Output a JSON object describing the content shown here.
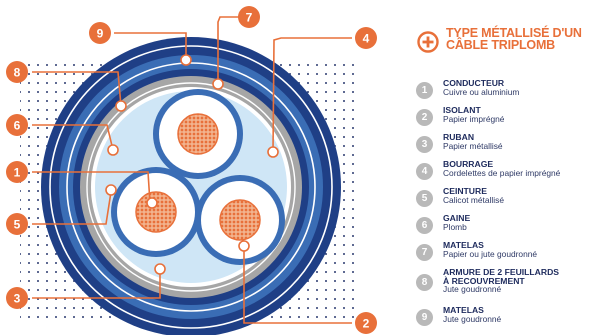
{
  "legend": {
    "title_line1": "TYPE MÉTALLISÉ D'UN",
    "title_line2": "CÂBLE TRIPLOMB",
    "items": [
      {
        "number": "1",
        "name": "CONDUCTEUR",
        "name2": "",
        "desc": "Cuivre ou aluminium"
      },
      {
        "number": "2",
        "name": "ISOLANT",
        "name2": "",
        "desc": "Papier imprégné"
      },
      {
        "number": "3",
        "name": "RUBAN",
        "name2": "",
        "desc": "Papier métallisé"
      },
      {
        "number": "4",
        "name": "BOURRAGE",
        "name2": "",
        "desc": "Cordelettes de papier imprégné"
      },
      {
        "number": "5",
        "name": "CEINTURE",
        "name2": "",
        "desc": "Calicot métallisé"
      },
      {
        "number": "6",
        "name": "GAINE",
        "name2": "",
        "desc": "Plomb"
      },
      {
        "number": "7",
        "name": "MATELAS",
        "name2": "",
        "desc": "Papier ou jute goudronné"
      },
      {
        "number": "8",
        "name": "ARMURE DE 2 FEUILLARDS",
        "name2": "À RECOUVREMENT",
        "desc": "Jute goudronné"
      },
      {
        "number": "9",
        "name": "MATELAS",
        "name2": "",
        "desc": "Jute goudronné"
      }
    ]
  },
  "callouts": [
    "1",
    "2",
    "3",
    "4",
    "5",
    "6",
    "7",
    "8",
    "9"
  ],
  "colors": {
    "accent": "#e8703a",
    "navy": "#1f3f86",
    "blue": "#3a6db5",
    "light_blue": "#cfe6f6",
    "grey_ring": "#a6a6a6",
    "badge": "#b9b9b9",
    "dots": "#2a3a6f"
  }
}
